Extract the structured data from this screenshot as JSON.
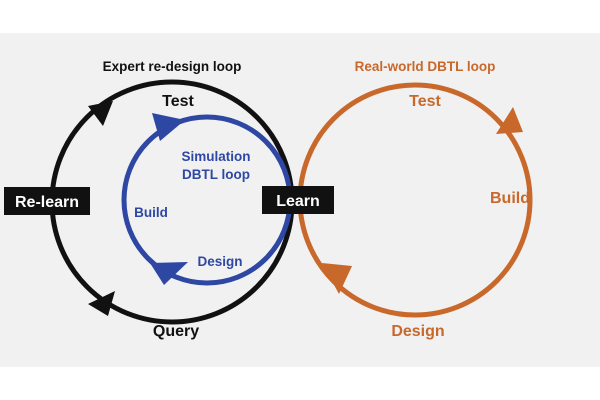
{
  "colors": {
    "background_band": "#f1f1f1",
    "expert_loop": "#111111",
    "simulation_loop": "#2e47a3",
    "real_world_loop": "#c8682a",
    "box_fill": "#111111",
    "box_text": "#ffffff"
  },
  "expert_loop": {
    "title": "Expert re-design loop",
    "test": "Test",
    "relearn": "Re-learn",
    "query": "Query"
  },
  "simulation_loop": {
    "title_line1": "Simulation",
    "title_line2": "DBTL loop",
    "build": "Build",
    "design": "Design"
  },
  "shared": {
    "learn": "Learn"
  },
  "real_world_loop": {
    "title": "Real-world DBTL loop",
    "test": "Test",
    "build": "Build",
    "design": "Design"
  }
}
